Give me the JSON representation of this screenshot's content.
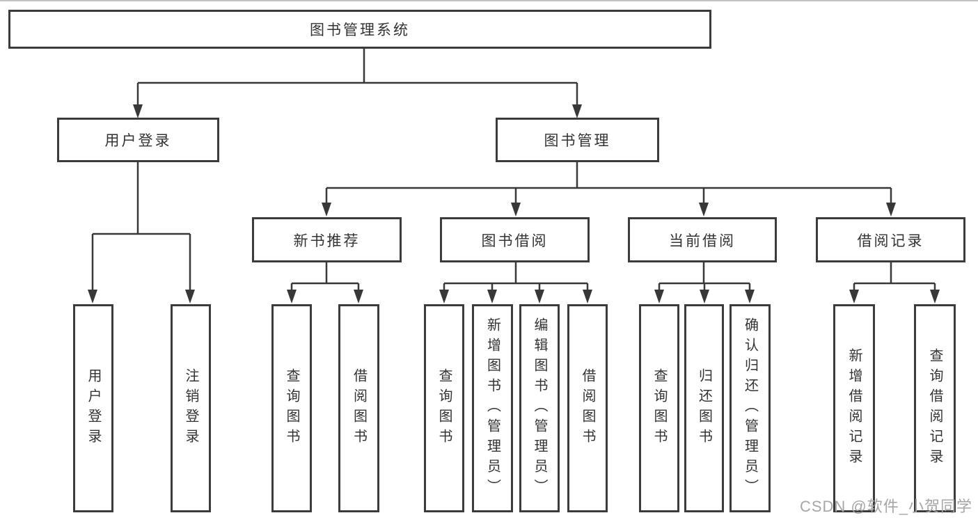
{
  "diagram": {
    "type": "tree",
    "root": {
      "label": "图书管理系统",
      "children": [
        {
          "label": "用户登录",
          "children": [
            {
              "label": "用户登录"
            },
            {
              "label": "注销登录"
            }
          ]
        },
        {
          "label": "图书管理",
          "children": [
            {
              "label": "新书推荐",
              "children": [
                {
                  "label": "查询图书"
                },
                {
                  "label": "借阅图书"
                }
              ]
            },
            {
              "label": "图书借阅",
              "children": [
                {
                  "label": "查询图书"
                },
                {
                  "label": "新增图书（管理员）"
                },
                {
                  "label": "编辑图书（管理员）"
                },
                {
                  "label": "借阅图书"
                }
              ]
            },
            {
              "label": "当前借阅",
              "children": [
                {
                  "label": "查询图书"
                },
                {
                  "label": "归还图书"
                },
                {
                  "label": "确认归还（管理员）"
                }
              ]
            },
            {
              "label": "借阅记录",
              "children": [
                {
                  "label": "新增借阅记录"
                },
                {
                  "label": "查询借阅记录"
                }
              ]
            }
          ]
        }
      ]
    }
  },
  "watermark": {
    "text": "CSDN @软件_小贺同学"
  },
  "colors": {
    "line": "#383838",
    "border": "#3b3b3b",
    "text": "#333333",
    "box_bg": "#ffffff",
    "watermark": "#a6a6a6"
  }
}
